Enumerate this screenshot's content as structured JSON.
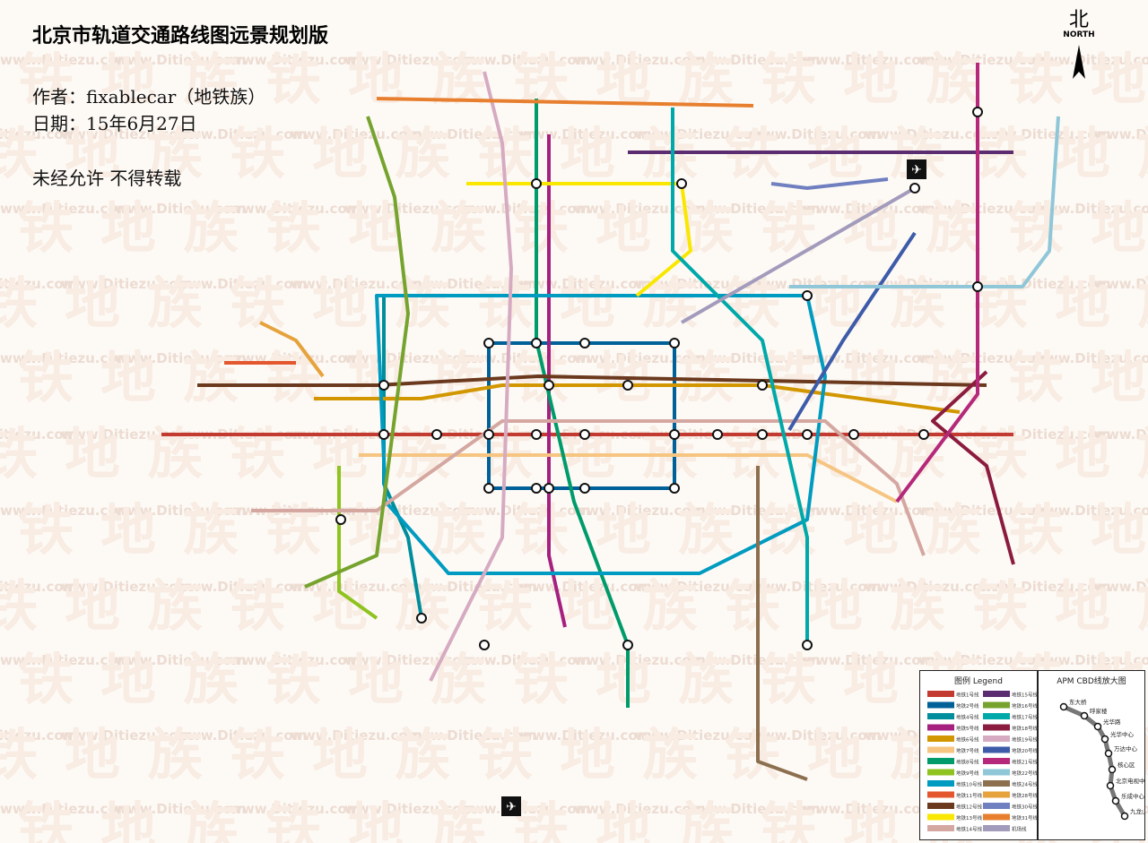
{
  "header": {
    "title": "北京市轨道交通路线图远景规划版",
    "author": "作者：fixablecar（地铁族）",
    "date": "日期：15年6月27日",
    "notice": "未经允许 不得转载"
  },
  "north": {
    "zh": "北",
    "en": "NORTH"
  },
  "watermark": {
    "text": "www.Ditiezu.com",
    "big": "铁地族"
  },
  "legend": {
    "title": "图例 Legend",
    "cbd_title": "APM CBD线放大图"
  },
  "lines": [
    {
      "id": "1",
      "color": "#c23a30"
    },
    {
      "id": "2",
      "color": "#006098"
    },
    {
      "id": "4",
      "color": "#008e9c"
    },
    {
      "id": "5",
      "color": "#a6217f"
    },
    {
      "id": "6",
      "color": "#d29700"
    },
    {
      "id": "7",
      "color": "#f6c582"
    },
    {
      "id": "8",
      "color": "#009b6b"
    },
    {
      "id": "9",
      "color": "#8fc31f"
    },
    {
      "id": "10",
      "color": "#009bc0"
    },
    {
      "id": "11",
      "color": "#e4572e"
    },
    {
      "id": "12",
      "color": "#6b3a1e"
    },
    {
      "id": "13",
      "color": "#f9e700"
    },
    {
      "id": "14",
      "color": "#d5a7a1"
    },
    {
      "id": "15",
      "color": "#5b2c6f"
    },
    {
      "id": "16",
      "color": "#76a32e"
    },
    {
      "id": "17",
      "color": "#00a9a9"
    },
    {
      "id": "18",
      "color": "#8b1c3f"
    },
    {
      "id": "19",
      "color": "#d6abc1"
    },
    {
      "id": "20",
      "color": "#3d5ba9"
    },
    {
      "id": "21",
      "color": "#b5287a"
    },
    {
      "id": "22",
      "color": "#8fc7d8"
    },
    {
      "id": "24",
      "color": "#8b6f4e"
    },
    {
      "id": "28",
      "color": "#e6a23c"
    },
    {
      "id": "30",
      "color": "#6f7fbf"
    },
    {
      "id": "31",
      "color": "#e77f2f"
    },
    {
      "id": "airport",
      "color": "#a29bbb"
    }
  ],
  "cbd_stations": [
    "东大桥",
    "呼家楼",
    "光华路",
    "光华中心",
    "万达中心",
    "核心区",
    "北京电视中心",
    "乐成中心",
    "九龙山"
  ],
  "legend_rows": [
    "地铁1号线",
    "地铁2号线",
    "地铁4号线",
    "地铁5号线",
    "地铁6号线",
    "地铁7号线",
    "地铁8号线",
    "地铁9号线",
    "地铁10号线",
    "地铁11号线",
    "地铁12号线",
    "地铁13号线",
    "地铁14号线",
    "地铁15号线",
    "地铁16号线",
    "地铁17号线",
    "地铁18号线",
    "地铁19号线",
    "地铁20号线",
    "地铁21号线",
    "地铁22号线",
    "地铁24号线",
    "地铁28号线",
    "地铁30号线",
    "地铁31号线",
    "机场线"
  ]
}
